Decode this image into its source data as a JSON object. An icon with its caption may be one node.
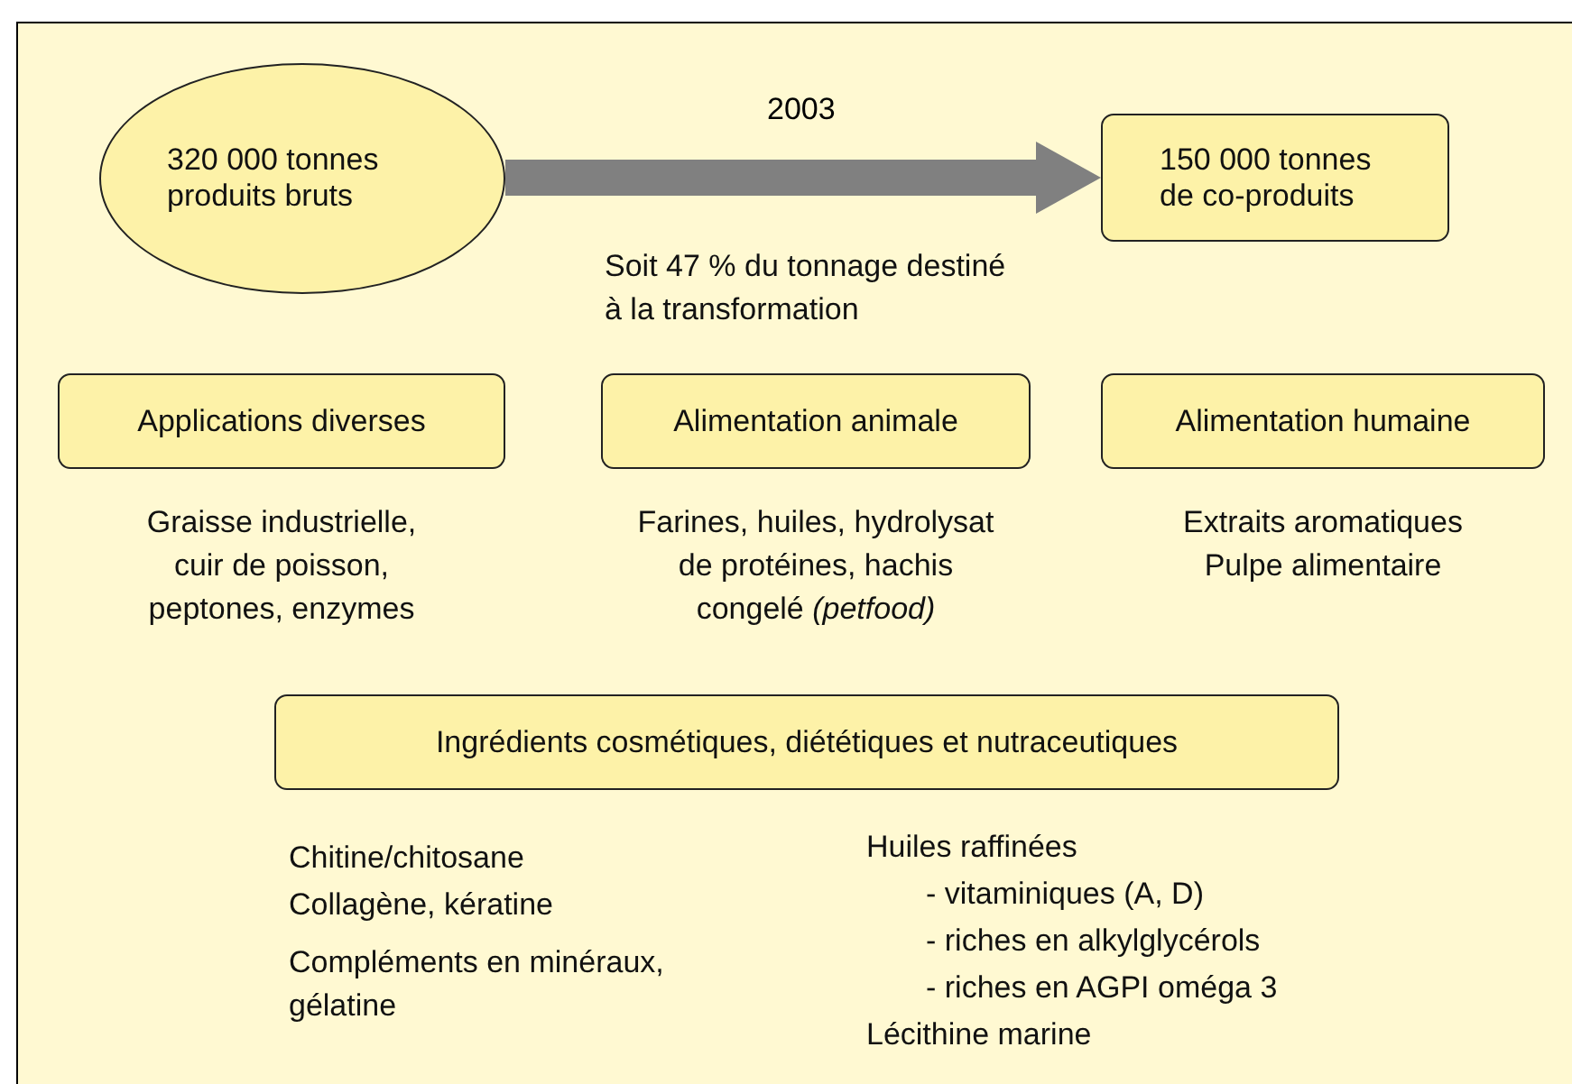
{
  "diagram": {
    "nodes": [
      {
        "text": [
          "320 000 tonnes produits bruts"
        ]
      },
      {
        "text": [
          "150 000 tonnes de co-produits"
        ]
      },
      {
        "text": [
          "Applications diverses"
        ],
        "beside": [
          "Graisse industrielle, cuir de poisson, peptones, enzymes"
        ]
      },
      {
        "text": [
          "Alimentation animale"
        ],
        "beside": [
          "Farines, huiles, hydrolysat de protéines, hachis congelé *(petfood)*"
        ]
      },
      {
        "text": [
          "Alimentation humaine"
        ],
        "beside": [
          "Extraits aromatiques",
          "Pulpe alimentaire"
        ]
      },
      {
        "text": [
          "Ingrédients cosmétiques, diététiques et nutraceutiques"
        ],
        "beside": [
          "Chitine/chitosane",
          "Collagène, kératine",
          "Compléments en minéraux, gélatine",
          "Huiles raffinées",
          "- vitaminiques (A, D)",
          "- riches en alkylglycérols",
          "- riches en AGPI oméga 3",
          "Lécithine marine"
        ]
      }
    ],
    "edges": [
      {
        "from": 0,
        "to": 1,
        "arrow": "to",
        "label": "2003",
        "color": "#808080"
      }
    ],
    "labels": [
      "Soit 47 % du tonnage destiné à la transformation"
    ]
  }
}
